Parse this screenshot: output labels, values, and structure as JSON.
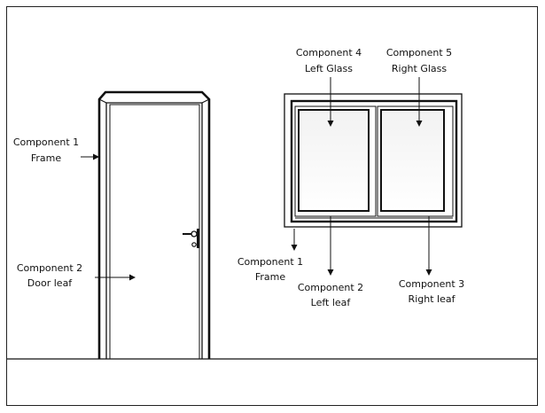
{
  "door_labels": {
    "frame": [
      "Component 1",
      "Frame"
    ],
    "leaf": [
      "Component 2",
      "Door leaf"
    ]
  },
  "window_labels": {
    "left_glass": [
      "Component 4",
      "Left Glass"
    ],
    "right_glass": [
      "Component 5",
      "Right Glass"
    ],
    "frame": [
      "Component 1",
      "Frame"
    ],
    "left_leaf": [
      "Component 2",
      "Left leaf"
    ],
    "right_leaf": [
      "Component 3",
      "Right leaf"
    ]
  }
}
